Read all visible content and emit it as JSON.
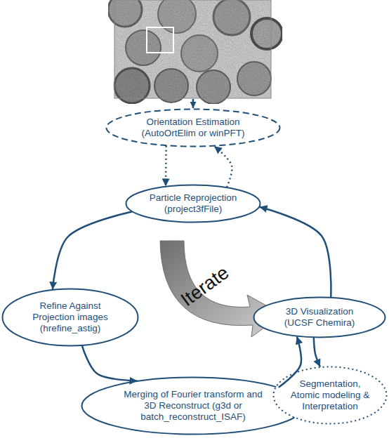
{
  "diagram": {
    "nodes": [
      {
        "text": [
          "Orientation Estimation (AutoOrtElim or winPFT)"
        ]
      },
      {
        "text": [
          "Particle Reprojection (project3fFile)"
        ]
      },
      {
        "text": [
          "Refine Against Projection images (hrefine_astig)"
        ]
      },
      {
        "text": [
          "Merging of Fourier transform and 3D Reconstruct (g3d or batch_reconstruct_ISAF)"
        ]
      },
      {
        "text": [
          "3D Visualization (UCSF Chemira)"
        ]
      },
      {
        "text": [
          "Segmentation, Atomic modeling & Interpretation"
        ]
      }
    ],
    "edges": [
      {
        "from": 0,
        "to": 1,
        "arrow": "to"
      },
      {
        "from": 1,
        "to": 0,
        "arrow": "to"
      },
      {
        "from": 1,
        "to": 2,
        "arrow": "to"
      },
      {
        "from": 2,
        "to": 3,
        "arrow": "to"
      },
      {
        "from": 3,
        "to": 4,
        "arrow": "to"
      },
      {
        "from": 4,
        "to": 1,
        "arrow": "to"
      },
      {
        "from": 4,
        "to": 5,
        "arrow": "to"
      }
    ],
    "labels": [
      "Iterate"
    ]
  }
}
